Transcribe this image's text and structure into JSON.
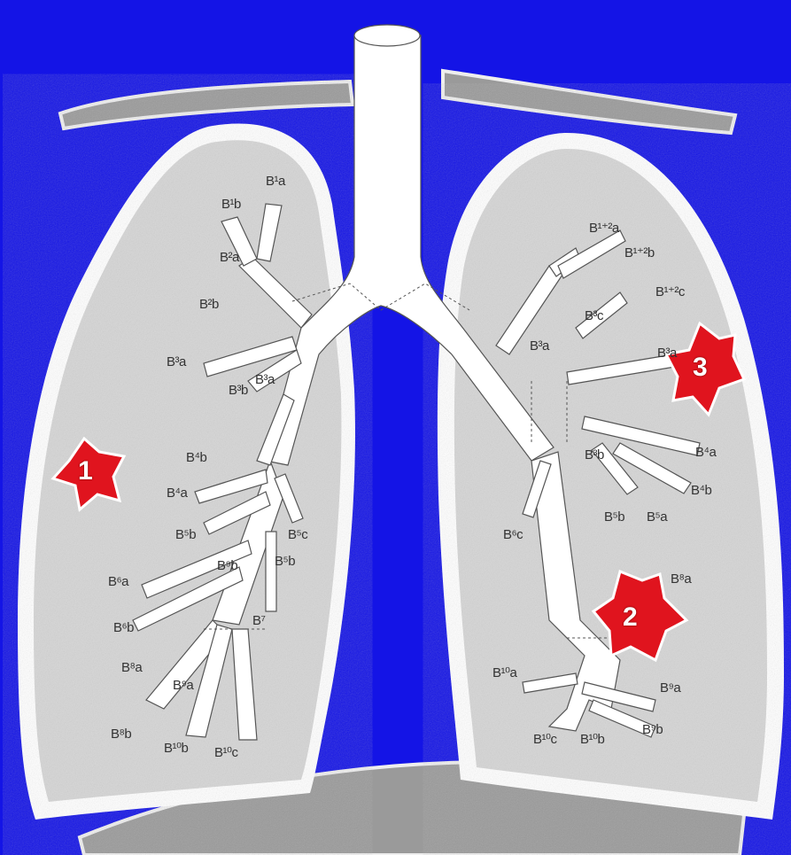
{
  "colors": {
    "background": "#1414e6",
    "lung_fill": "#d8d8d8",
    "lung_outline": "#ffffff",
    "airway": "#ffffff",
    "rib": "#9a9a9a",
    "lesion": "#e0141e"
  },
  "labels": {
    "right_lung": [
      "B¹a",
      "B¹b",
      "B²a",
      "B²b",
      "B³a",
      "B³b",
      "B³a",
      "B⁴b",
      "B⁴a",
      "B⁵b",
      "B⁵c",
      "B⁵b",
      "B⁶a",
      "B⁶b",
      "B⁸a",
      "B⁸b",
      "B⁹a",
      "B⁹b",
      "B¹⁰b",
      "B¹⁰c",
      "B⁷"
    ],
    "left_lung": [
      "B¹⁺²a",
      "B¹⁺²b",
      "B¹⁺²c",
      "B³c",
      "B³a",
      "B³a",
      "B³b",
      "B⁴a",
      "B⁴b",
      "B⁵a",
      "B⁵b",
      "B⁶c",
      "B⁸a",
      "B¹⁰a",
      "B⁹a",
      "B⁹b",
      "B¹⁰c",
      "B¹⁰b"
    ]
  },
  "markers": [
    {
      "number": "1",
      "name": "lesion-1"
    },
    {
      "number": "2",
      "name": "lesion-2"
    },
    {
      "number": "3",
      "name": "lesion-3"
    }
  ]
}
